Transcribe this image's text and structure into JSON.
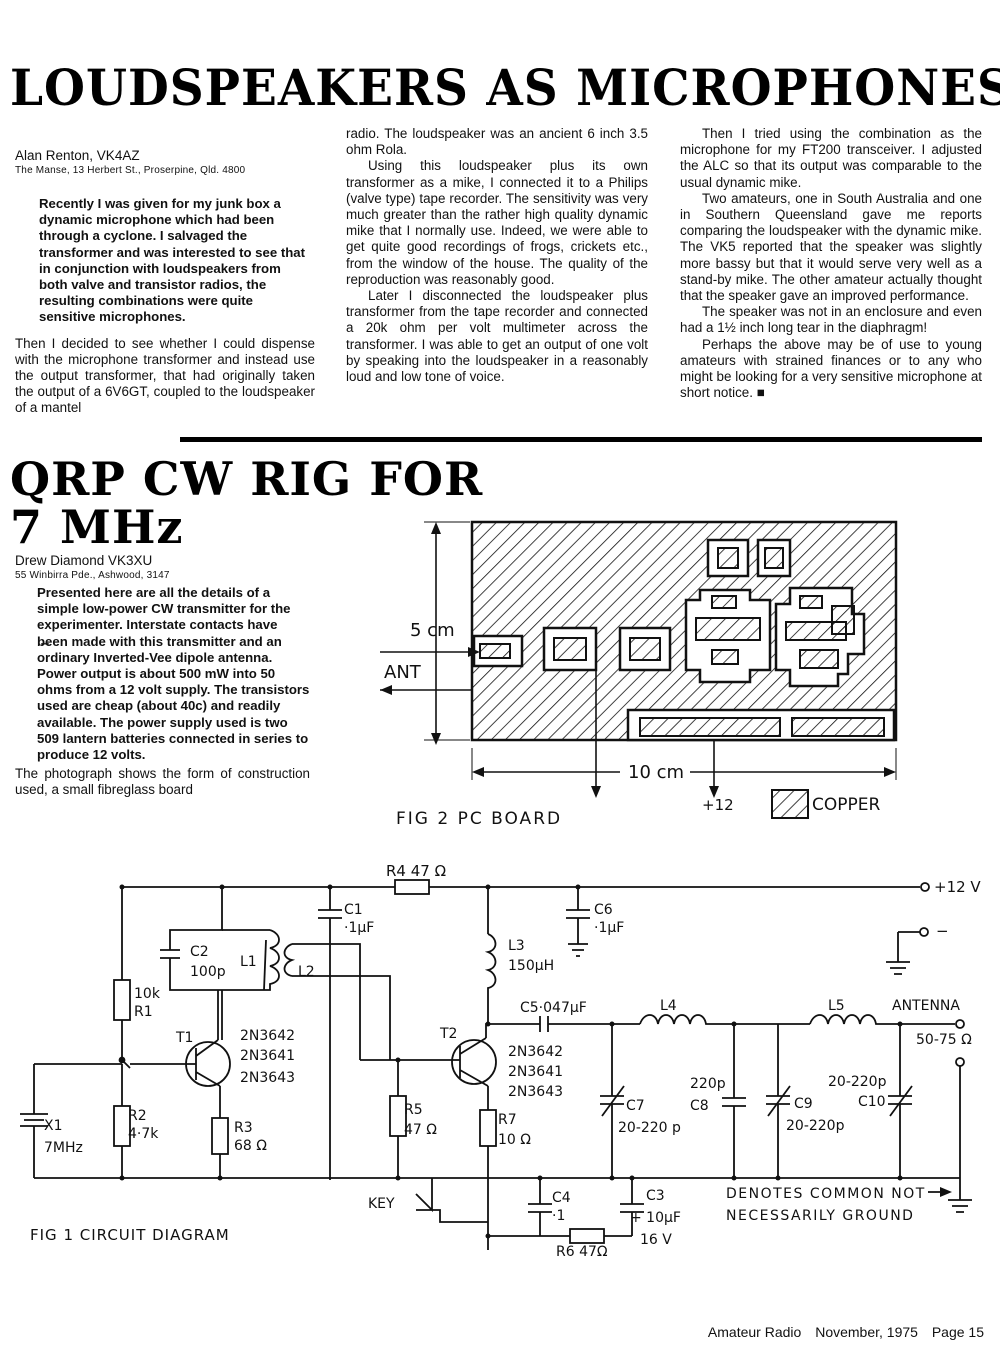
{
  "article1": {
    "headline": "LOUDSPEAKERS AS MICROPHONES",
    "author": "Alan Renton, VK4AZ",
    "address": "The Manse, 13 Herbert St., Proserpine, Qld. 4800",
    "lead": "Recently I was given for my junk box a dynamic microphone which had been through a cyclone. I salvaged the transformer and was interested to see that in conjunction with loudspeakers from both valve and transistor radios, the resulting combinations were quite sensitive microphones.",
    "col1_p1": "Then I decided to see whether I could dispense with the microphone transformer and instead use the output transformer, that had originally taken the output of a 6V6GT, coupled to the loudspeaker of a mantel",
    "col2_p1": "radio. The loudspeaker was an ancient 6 inch 3.5 ohm Rola.",
    "col2_p2": "Using this loudspeaker plus its own transformer as a mike, I connected it to a Philips (valve type) tape recorder. The sensitivity was very much greater than the rather high quality dynamic mike that I normally use. Indeed, we were able to get quite good recordings of frogs, crickets etc., from the window of the house. The quality of the reproduction was reasonably good.",
    "col2_p3": "Later I disconnected the loudspeaker plus transformer from the tape recorder and connected a 20k ohm per volt multimeter across the transformer. I was able to get an output of one volt by speaking into the loudspeaker in a reasonably loud and low tone of voice.",
    "col3_p1": "Then I tried using the combination as the microphone for my FT200 transceiver. I adjusted the ALC so that its output was comparable to the usual dynamic mike.",
    "col3_p2": "Two amateurs, one in South Australia and one in Southern Queensland gave me reports comparing the loudspeaker with the dynamic mike. The VK5 reported that the speaker was slightly more bassy but that it would serve very well as a stand-by mike. The other amateur actually thought that the speaker gave an improved performance.",
    "col3_p3": "The speaker was not in an enclosure and even had a 1½ inch long tear in the diaphragm!",
    "col3_p4": "Perhaps the above may be of use to young amateurs with strained finances or to any who might be looking for a very sensitive microphone at short notice. ■"
  },
  "article2": {
    "headline_line1": "QRP CW RIG FOR",
    "headline_line2": "7 MHz",
    "author": "Drew Diamond VK3XU",
    "address": "55 Winbirra Pde., Ashwood, 3147",
    "lead": "Presented here are all the details of a simple low-power CW transmitter for the experimenter. Interstate contacts have b̶een made with this transmitter and an ordinary Inverted-Vee dipole antenna. Power output is about 500 mW into 50 ohms from a 12 volt supply. The transistors used are cheap (about 40c) and readily available. The power supply used is two 509 lantern batteries connected in series to produce 12 volts.",
    "body_p1": "The photograph shows the form of construction used, a small fibreglass board"
  },
  "fig2": {
    "caption": "FIG 2 PC BOARD",
    "dim_height": "5 cm",
    "dim_width": "10 cm",
    "ant": "ANT",
    "plus12": "+12",
    "legend": "COPPER"
  },
  "fig1": {
    "caption": "FIG 1 CIRCUIT DIAGRAM",
    "r4": "R4 47 Ω",
    "plus12v": "+12 V",
    "minus": "−",
    "c1a": "C1",
    "c1b": "·1μF",
    "c6a": "C6",
    "c6b": "·1μF",
    "c2a": "C2",
    "c2b": "100p",
    "l1": "L1",
    "l2": "L2",
    "l3a": "L3",
    "l3b": "150μH",
    "r1a": "10k",
    "r1b": "R1",
    "t1": "T1",
    "t1_types": [
      "2N3642",
      "2N3641",
      "2N3643"
    ],
    "t2": "T2",
    "t2_types": [
      "2N3642",
      "2N3641",
      "2N3643"
    ],
    "c5": "C5·047μF",
    "l4": "L4",
    "l5": "L5",
    "antenna": "ANTENNA",
    "ohms": "50-75 Ω",
    "x1a": "X1",
    "x1b": "7MHz",
    "r2a": "R2",
    "r2b": "4·7k",
    "r3a": "R3",
    "r3b": "68 Ω",
    "r5a": "R5",
    "r5b": "47 Ω",
    "r7a": "R7",
    "r7b": "10 Ω",
    "c7a": "C7",
    "c7b": "20-220 p",
    "c8a": "220p",
    "c8b": "C8",
    "c9a": "C9",
    "c9b": "20-220p",
    "c10a": "20-220p",
    "c10b": "C10",
    "key": "KEY",
    "c4a": "C4",
    "c4b": "·1",
    "c3a": "C3",
    "c3b": "+ 10μF",
    "c3c": "16 V",
    "r6": "R6 47Ω",
    "note1": "DENOTES COMMON NOT",
    "note2": "NECESSARILY GROUND"
  },
  "footer": {
    "publication": "Amateur Radio",
    "date": "November, 1975",
    "page": "Page 15"
  }
}
